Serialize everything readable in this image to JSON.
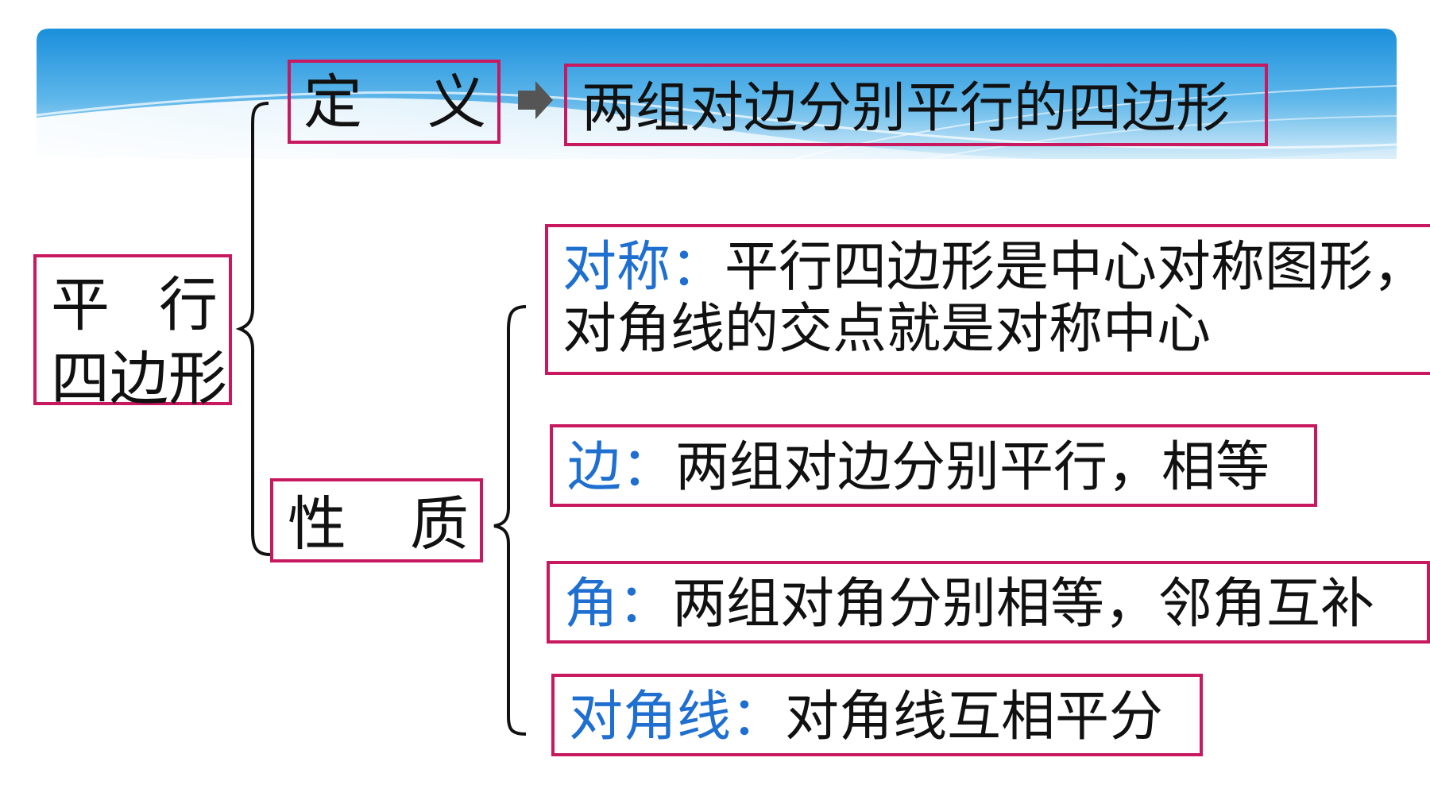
{
  "diagram": {
    "root": {
      "line1_a": "平",
      "line1_b": "行",
      "line2": "四边形"
    },
    "definition": {
      "label_a": "定",
      "label_b": "义",
      "text": "两组对边分别平行的四边形"
    },
    "properties": {
      "label_a": "性",
      "label_b": "质",
      "items": [
        {
          "key": "对称：",
          "text_line1": "平行四边形是中心对称图形，",
          "text_line2": "对角线的交点就是对称中心"
        },
        {
          "key": "边：",
          "text": "两组对边分别平行，相等"
        },
        {
          "key": "角：",
          "text": "两组对角分别相等，邻角互补"
        },
        {
          "key": "对角线：",
          "text": "对角线互相平分"
        }
      ]
    }
  },
  "colors": {
    "box_border": "#c8185f",
    "key_text": "#1f6fd1",
    "body_text": "#111111",
    "band_top": "#1a8fdc",
    "band_light": "#cfeaf8"
  }
}
